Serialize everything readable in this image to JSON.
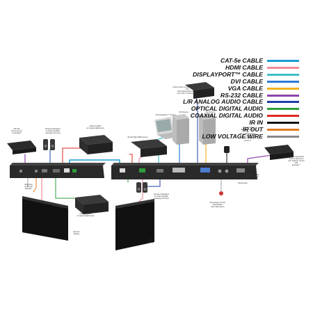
{
  "legend": [
    {
      "label": "CAT-5e CABLE",
      "color": "#1a9bd7"
    },
    {
      "label": "HDMI CABLE",
      "color": "#f08b9a"
    },
    {
      "label": "DISPLAYPORT™ CABLE",
      "color": "#3fbfc4"
    },
    {
      "label": "DVI CABLE",
      "color": "#2c7bd6"
    },
    {
      "label": "VGA CABLE",
      "color": "#f3b21f"
    },
    {
      "label": "RS-232 CABLE",
      "color": "#8e44ad"
    },
    {
      "label": "L/R ANALOG AUDIO CABLE",
      "color": "#1f3fa8"
    },
    {
      "label": "OPTICAL DIGITAL AUDIO",
      "color": "#2d9e3a"
    },
    {
      "label": "COAXIAL DIGITAL AUDIO",
      "color": "#e0281f"
    },
    {
      "label": "IR IN",
      "color": "#111111"
    },
    {
      "label": "IR OUT",
      "color": "#e07820"
    },
    {
      "label": "LOW VOLTAGE WIRE",
      "color": "#888888"
    }
  ],
  "notes": {
    "rs232_device": "RS-232\nDevice (to be\nControlled)*",
    "powered_speakers_left": "Powered Speakers\nor Audio Amplifier\nw/analog L/R input",
    "audio_amp_top": "Audio Amplifier\nw/ coaxial digital input",
    "receiver": "EXT-UHDA-HBTL-RC\nReceiver (Back)",
    "ir_emitter_remote": "IR Emitter\nto Remote\nDisplay**",
    "remote_display": "Remote\nDisplay",
    "audio_amp_bottom": "Audio Amplifier\nw/ optical digital input",
    "audio_source": "Audio Source w/ analog L/R outputs\n-OR-\nL/R Analog Audio Output\nfrom DVI or VGA Source",
    "dp_source": "4K DisplayPort™ Source",
    "dvi_source": "DVI Source",
    "vga_source": "VGA Source",
    "hdmi_source": "4K 2K/UHD HDMI Source",
    "powered_speakers_center": "Powered Speakers\nor Audio Amplifier\nw/analog L/R input",
    "local_display": "Local\nDisplay",
    "momentary_switch": "Momentary Contact\nPush Button\n(Normally Open)",
    "ir_extender": "IR Extender\n(EXT-RLY-EXTN)\nfor\n4x1 Switcher control\n-OR-\nremote display\ncontrol **",
    "switcher": "EXT-UHDA-HBTL-RC\n4x1 Switcher (Back)",
    "ir_extender_box": "IR Extender",
    "home_automation": "RS-232 Automation\nControl Device for\n4x1 Switcher control\n-OR-\nExtender *"
  }
}
